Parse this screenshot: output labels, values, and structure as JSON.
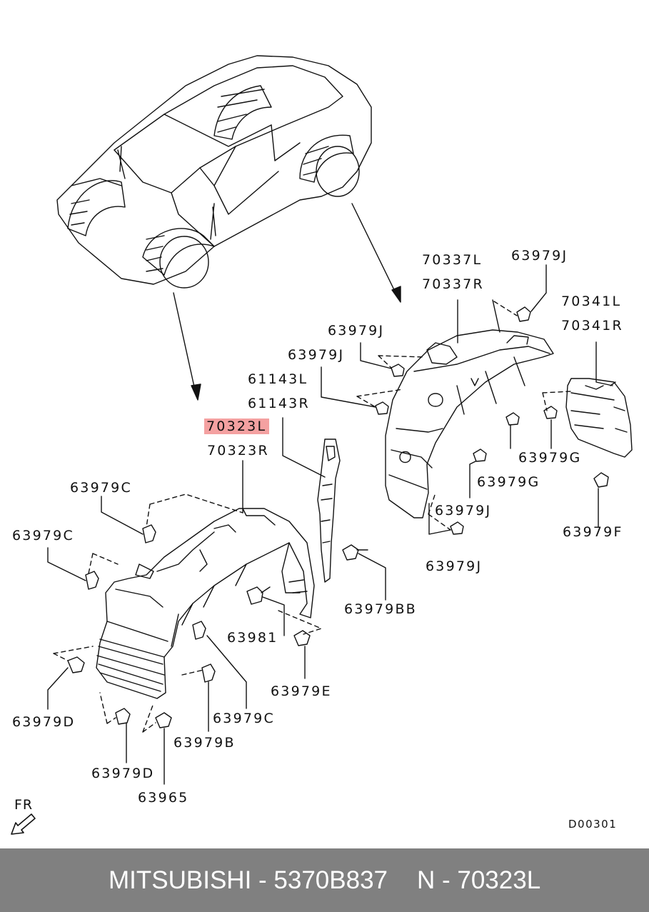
{
  "labels": {
    "l70337L": "70337L",
    "l70337R": "70337R",
    "l63979J_top": "63979J",
    "l70341L": "70341L",
    "l70341R": "70341R",
    "l63979J_a": "63979J",
    "l63979J_b": "63979J",
    "l61143L": "61143L",
    "l61143R": "61143R",
    "l70323L": "70323L",
    "l70323R": "70323R",
    "l63979G_a": "63979G",
    "l63979G_b": "63979G",
    "l63979J_c": "63979J",
    "l63979F": "63979F",
    "l63979J_d": "63979J",
    "l63979C_a": "63979C",
    "l63979C_b": "63979C",
    "l63979BB": "63979BB",
    "l63981": "63981",
    "l63979E": "63979E",
    "l63979D_a": "63979D",
    "l63979C_c": "63979C",
    "l63979B": "63979B",
    "l63979D_b": "63979D",
    "l63965": "63965",
    "fr": "FR",
    "ref": "D00301"
  },
  "highlight_color": "#f4a1a1",
  "footer": {
    "brand": "MITSUBISHI - 5370B837",
    "part": "N - 70323L",
    "bg_color": "#808080"
  }
}
